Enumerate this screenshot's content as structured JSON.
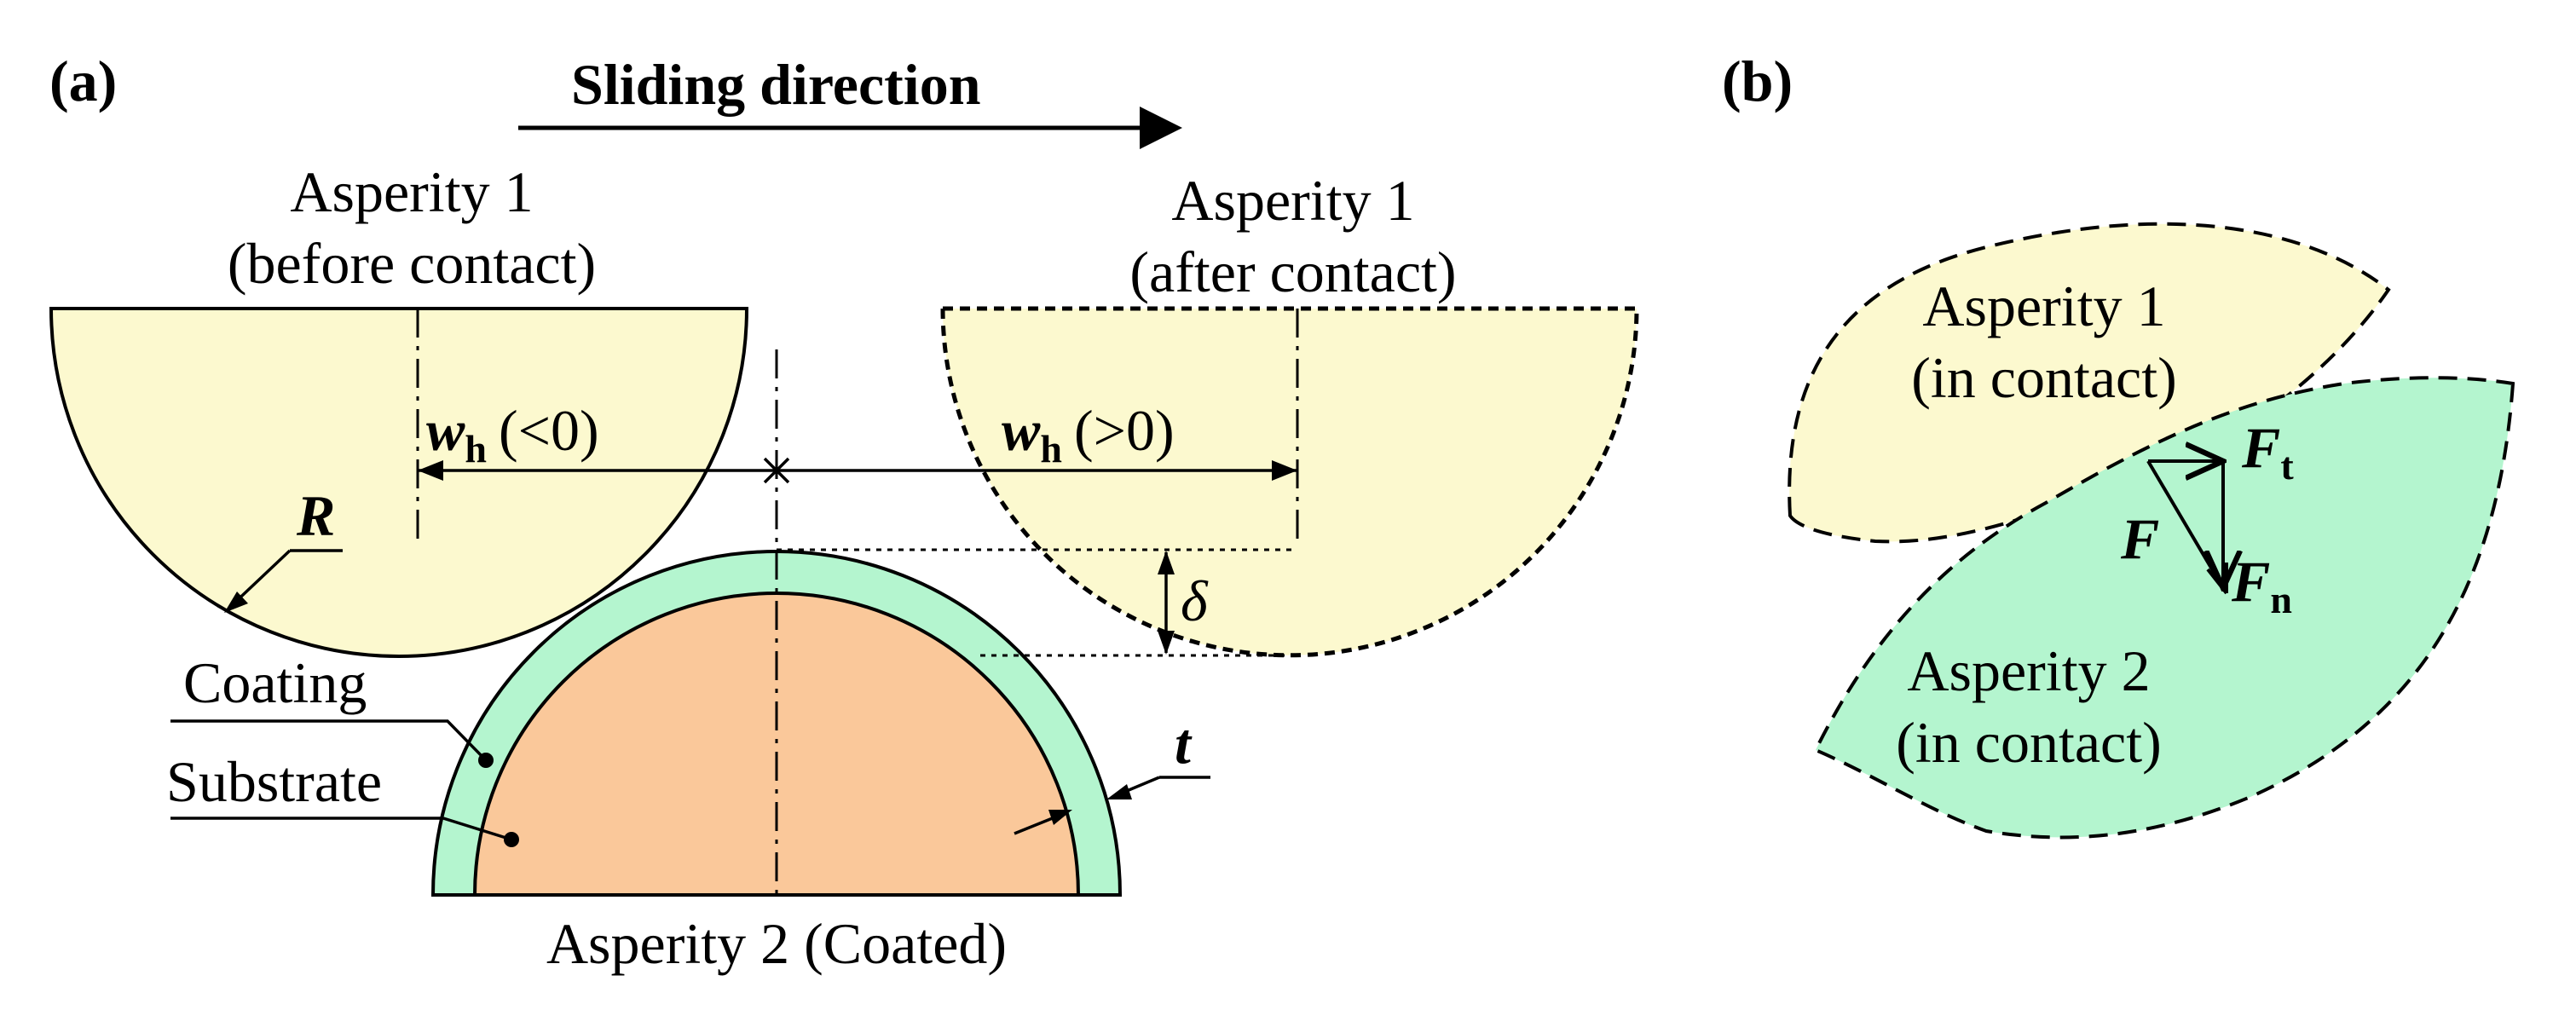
{
  "panel_a": {
    "panel_label": "(a)",
    "sliding_direction": "Sliding direction",
    "asperity1_before_line1": "Asperity 1",
    "asperity1_before_line2": "(before contact)",
    "asperity1_after_line1": "Asperity 1",
    "asperity1_after_line2": "(after contact)",
    "wh_symbol": "w",
    "wh_subscript": "h",
    "wh_negative": "(<0)",
    "wh_positive": "(>0)",
    "radius_symbol": "R",
    "delta_symbol": "δ",
    "thickness_symbol": "t",
    "coating_label": "Coating",
    "substrate_label": "Substrate",
    "asperity2_label": "Asperity 2 (Coated)"
  },
  "panel_b": {
    "panel_label": "(b)",
    "asperity1_line1": "Asperity 1",
    "asperity1_line2": "(in contact)",
    "asperity2_line1": "Asperity 2",
    "asperity2_line2": "(in contact)",
    "force_symbol": "F",
    "tangential_subscript": "t",
    "normal_subscript": "n"
  },
  "colors": {
    "asperity1_fill": "#fcf9cf",
    "coating_fill": "#b4f5cf",
    "substrate_fill": "#fac89a",
    "asperity2_contact_fill": "#b4f5cf",
    "line": "#000000"
  }
}
